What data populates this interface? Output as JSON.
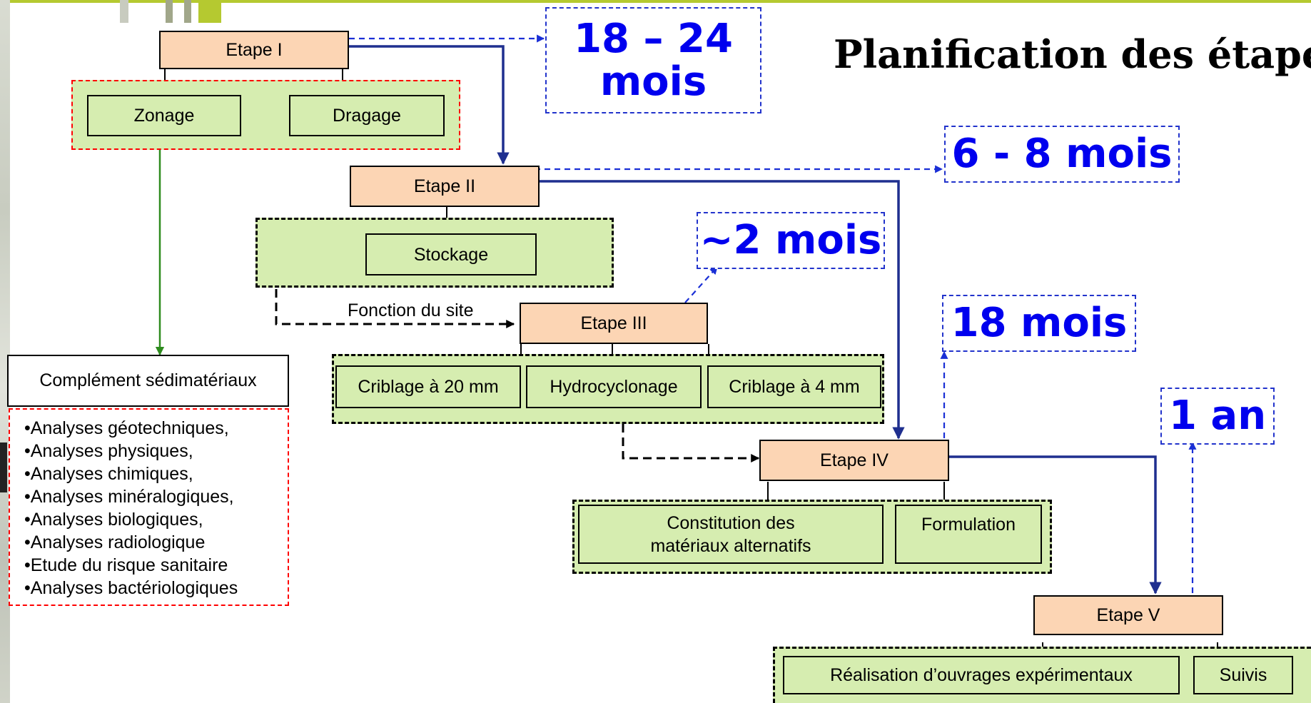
{
  "title": "Planification des étape",
  "etapes": {
    "e1": "Etape I",
    "e2": "Etape II",
    "e3": "Etape III",
    "e4": "Etape IV",
    "e5": "Etape V"
  },
  "durations": {
    "d1": "18 – 24\nmois",
    "d2": "6 - 8 mois",
    "d3": "~2 mois",
    "d4": "18 mois",
    "d5": "1 an"
  },
  "sub_steps": {
    "zonage": "Zonage",
    "dragage": "Dragage",
    "stockage": "Stockage",
    "criblage20": "Criblage à 20 mm",
    "hydrocyclonage": "Hydrocyclonage",
    "criblage4": "Criblage à 4 mm",
    "constitution": "Constitution des\nmatériaux alternatifs",
    "formulation": "Formulation",
    "realisation": "Réalisation d’ouvrages expérimentaux",
    "suivis": "Suivis"
  },
  "complement": {
    "title": "Complément sédimatériaux",
    "items": [
      "•Analyses géotechniques,",
      "•Analyses physiques,",
      "•Analyses chimiques,",
      "•Analyses minéralogiques,",
      "•Analyses biologiques,",
      "•Analyses radiologique",
      "•Etude du risque sanitaire",
      "•Analyses bactériologiques"
    ]
  },
  "fonction_label": "Fonction du site",
  "colors": {
    "etape_fill": "#fcd5b4",
    "substep_fill": "#d6edb0",
    "duration_text": "#0000ee",
    "main_arrow": "#1f2f8f",
    "green_arrow": "#2e8b1e",
    "accent_bar": "#b5c930"
  }
}
